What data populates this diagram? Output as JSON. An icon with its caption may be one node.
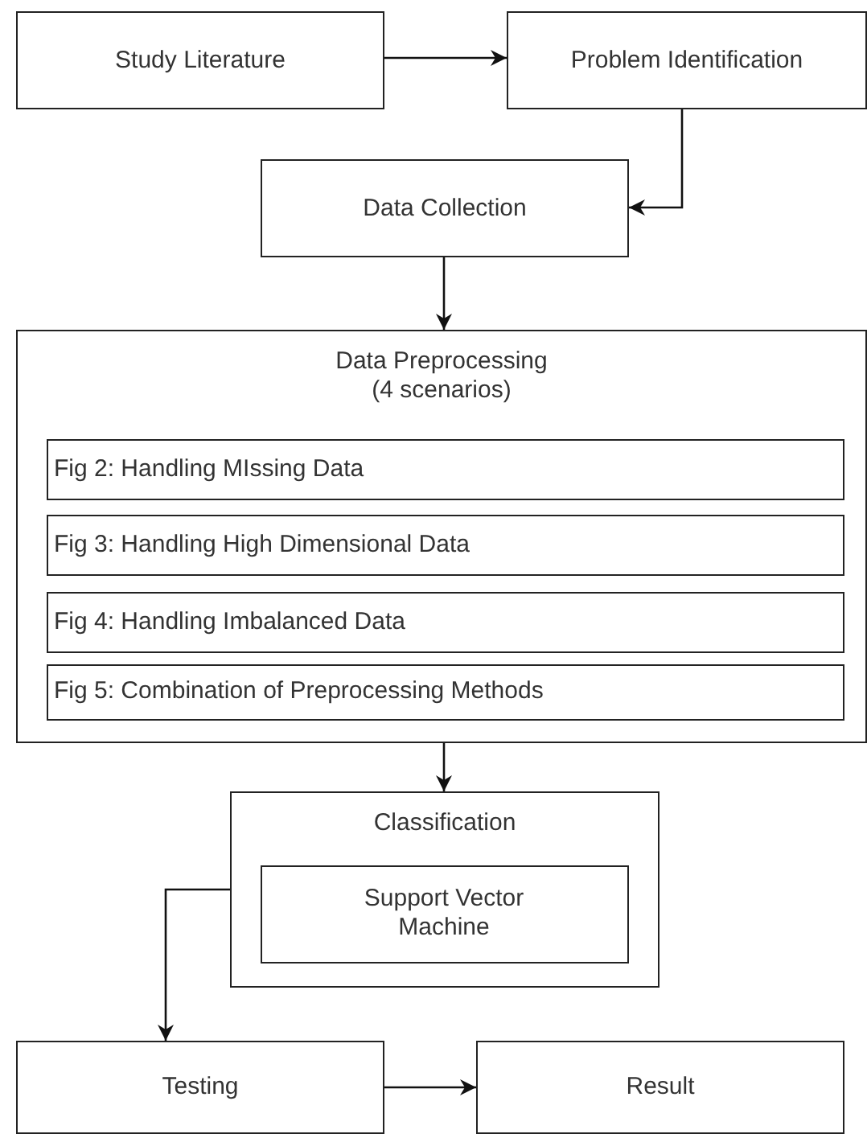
{
  "diagram": {
    "nodes": [
      {
        "text": [
          "Study Literature"
        ]
      },
      {
        "text": [
          "Problem Identification"
        ]
      },
      {
        "text": [
          "Data Collection"
        ]
      },
      {
        "text": [
          "Data Preprocessing (4 scenarios)"
        ]
      },
      {
        "text": [
          "Fig 2: Handling MIssing Data"
        ],
        "in": 3
      },
      {
        "text": [
          "Fig 3: Handling High Dimensional Data"
        ],
        "in": 3
      },
      {
        "text": [
          "Fig 4: Handling Imbalanced Data"
        ],
        "in": 3
      },
      {
        "text": [
          "Fig 5: Combination of Preprocessing Methods"
        ],
        "in": 3
      },
      {
        "text": [
          "Classification"
        ]
      },
      {
        "text": [
          "Support Vector Machine"
        ],
        "in": 8
      },
      {
        "text": [
          "Testing"
        ]
      },
      {
        "text": [
          "Result"
        ]
      }
    ],
    "edges": [
      {
        "from": 0,
        "to": 1,
        "arrow": "to"
      },
      {
        "from": 1,
        "to": 2,
        "arrow": "to"
      },
      {
        "from": 2,
        "to": 3,
        "arrow": "to"
      },
      {
        "from": 3,
        "to": 8,
        "arrow": "to"
      },
      {
        "from": 8,
        "to": 10,
        "arrow": "to"
      },
      {
        "from": 10,
        "to": 11,
        "arrow": "to"
      }
    ]
  }
}
